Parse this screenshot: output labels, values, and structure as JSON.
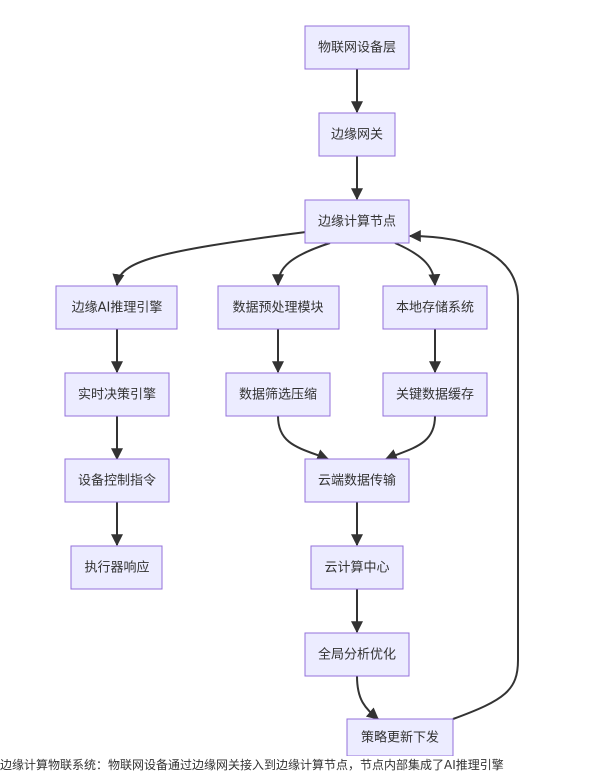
{
  "nodes": {
    "iot_layer": "物联网设备层",
    "edge_gateway": "边缘网关",
    "edge_compute": "边缘计算节点",
    "ai_engine": "边缘AI推理引擎",
    "preprocess": "数据预处理模块",
    "local_storage": "本地存储系统",
    "realtime_decision": "实时决策引擎",
    "data_filter": "数据筛选压缩",
    "key_cache": "关键数据缓存",
    "device_control": "设备控制指令",
    "cloud_transfer": "云端数据传输",
    "actuator": "执行器响应",
    "cloud_center": "云计算中心",
    "global_analysis": "全局分析优化",
    "policy_update": "策略更新下发"
  },
  "edges": [
    [
      "iot_layer",
      "edge_gateway"
    ],
    [
      "edge_gateway",
      "edge_compute"
    ],
    [
      "edge_compute",
      "ai_engine"
    ],
    [
      "edge_compute",
      "preprocess"
    ],
    [
      "edge_compute",
      "local_storage"
    ],
    [
      "ai_engine",
      "realtime_decision"
    ],
    [
      "realtime_decision",
      "device_control"
    ],
    [
      "device_control",
      "actuator"
    ],
    [
      "preprocess",
      "data_filter"
    ],
    [
      "data_filter",
      "cloud_transfer"
    ],
    [
      "local_storage",
      "key_cache"
    ],
    [
      "key_cache",
      "cloud_transfer"
    ],
    [
      "cloud_transfer",
      "cloud_center"
    ],
    [
      "cloud_center",
      "global_analysis"
    ],
    [
      "global_analysis",
      "policy_update"
    ],
    [
      "policy_update",
      "edge_compute"
    ]
  ],
  "caption": "边缘计算物联系统：物联网设备通过边缘网关接入到边缘计算节点，节点内部集成了AI推理引擎"
}
